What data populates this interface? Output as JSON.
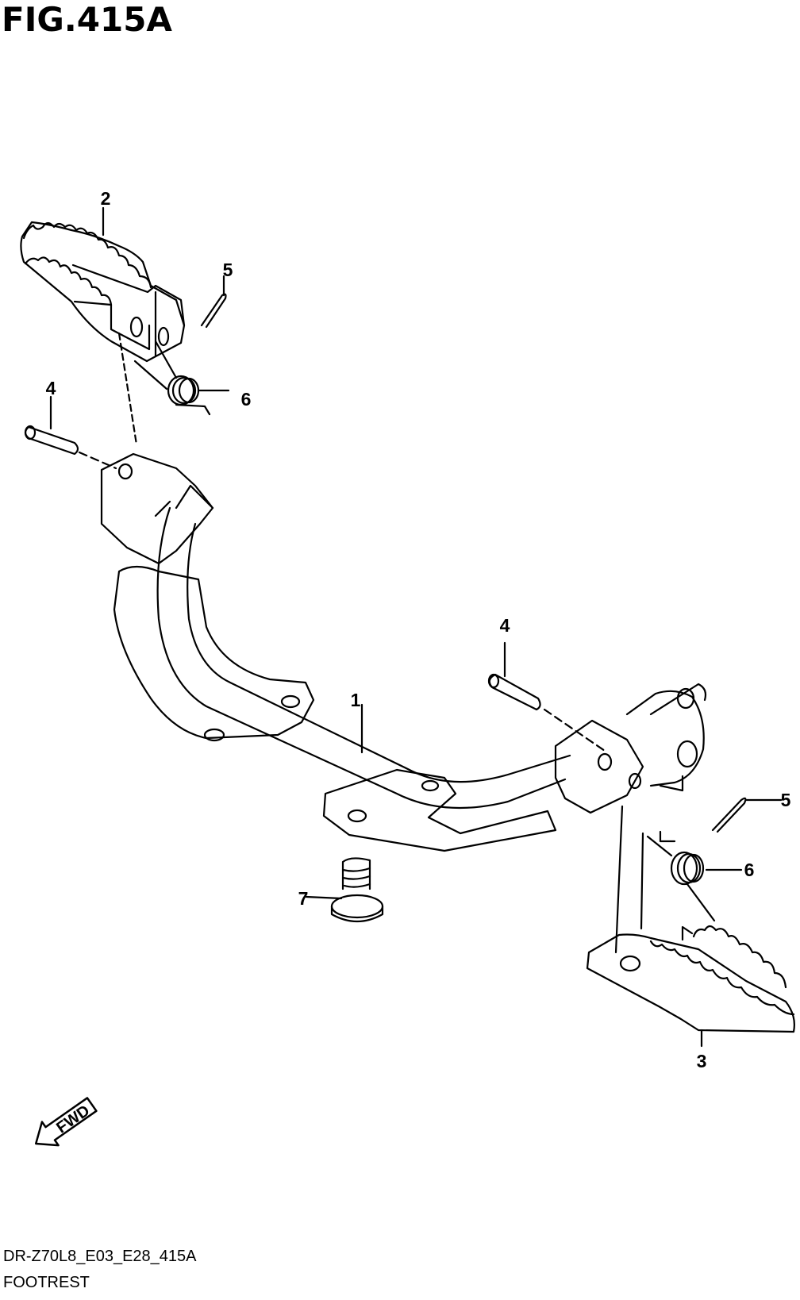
{
  "figure": {
    "title": "FIG.415A",
    "code": "DR-Z70L8_E03_E28_415A",
    "name": "FOOTREST"
  },
  "callouts": [
    {
      "id": "c1",
      "label": "1",
      "part": "footrest bracket"
    },
    {
      "id": "c2",
      "label": "2",
      "part": "left footrest"
    },
    {
      "id": "c3",
      "label": "3",
      "part": "right footrest"
    },
    {
      "id": "c4a",
      "label": "4",
      "part": "pin (left)"
    },
    {
      "id": "c4b",
      "label": "4",
      "part": "pin (right)"
    },
    {
      "id": "c5a",
      "label": "5",
      "part": "cotter pin (left)"
    },
    {
      "id": "c5b",
      "label": "5",
      "part": "cotter pin (right)"
    },
    {
      "id": "c6a",
      "label": "6",
      "part": "spring (left)"
    },
    {
      "id": "c6b",
      "label": "6",
      "part": "spring (right)"
    },
    {
      "id": "c7",
      "label": "7",
      "part": "bolt"
    }
  ],
  "fwd_label": "FWD"
}
